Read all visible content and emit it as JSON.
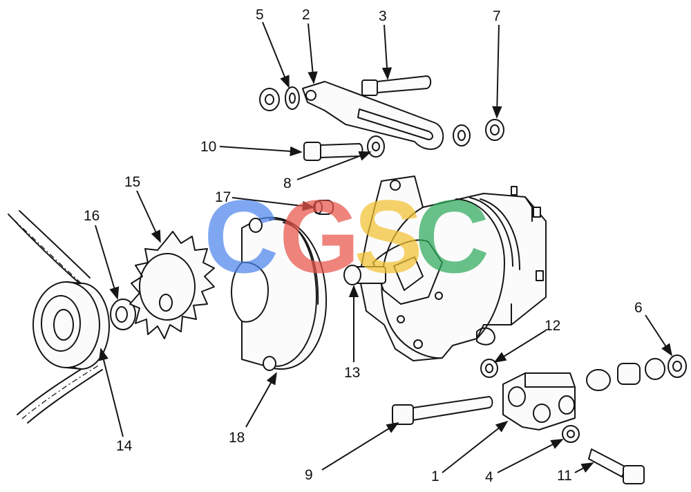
{
  "callouts": [
    {
      "id": "c5",
      "text": "5"
    },
    {
      "id": "c2",
      "text": "2"
    },
    {
      "id": "c3",
      "text": "3"
    },
    {
      "id": "c7",
      "text": "7"
    },
    {
      "id": "c10",
      "text": "10"
    },
    {
      "id": "c8",
      "text": "8"
    },
    {
      "id": "c17",
      "text": "17"
    },
    {
      "id": "c15",
      "text": "15"
    },
    {
      "id": "c16",
      "text": "16"
    },
    {
      "id": "c13",
      "text": "13"
    },
    {
      "id": "c12",
      "text": "12"
    },
    {
      "id": "c6",
      "text": "6"
    },
    {
      "id": "c18",
      "text": "18"
    },
    {
      "id": "c14",
      "text": "14"
    },
    {
      "id": "c9",
      "text": "9"
    },
    {
      "id": "c1",
      "text": "1"
    },
    {
      "id": "c4",
      "text": "4"
    },
    {
      "id": "c11",
      "text": "11"
    }
  ],
  "watermark": {
    "letters": [
      "C",
      "G",
      "S",
      "C"
    ],
    "colors": [
      "#4f86ec",
      "#e8554a",
      "#f3c233",
      "#2faa5c"
    ]
  }
}
